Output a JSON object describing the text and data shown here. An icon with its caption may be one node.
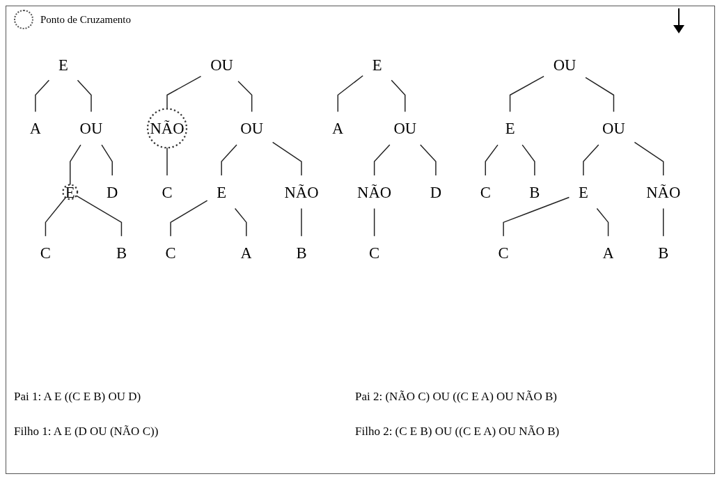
{
  "diagram": {
    "nodes": [
      {
        "text": [
          "E"
        ]
      },
      {
        "text": [
          "A"
        ]
      },
      {
        "text": [
          "OU"
        ]
      },
      {
        "text": [
          "E"
        ]
      },
      {
        "text": [
          "D"
        ]
      },
      {
        "text": [
          "C"
        ]
      },
      {
        "text": [
          "B"
        ]
      },
      {
        "text": [
          "OU"
        ]
      },
      {
        "text": [
          "NÃO"
        ]
      },
      {
        "text": [
          "OU"
        ]
      },
      {
        "text": [
          "C"
        ]
      },
      {
        "text": [
          "E"
        ]
      },
      {
        "text": [
          "NÃO"
        ]
      },
      {
        "text": [
          "C"
        ]
      },
      {
        "text": [
          "A"
        ]
      },
      {
        "text": [
          "B"
        ]
      },
      {
        "text": [
          "E"
        ]
      },
      {
        "text": [
          "A"
        ]
      },
      {
        "text": [
          "OU"
        ]
      },
      {
        "text": [
          "NÃO"
        ]
      },
      {
        "text": [
          "D"
        ]
      },
      {
        "text": [
          "C"
        ]
      },
      {
        "text": [
          "OU"
        ]
      },
      {
        "text": [
          "E"
        ]
      },
      {
        "text": [
          "OU"
        ]
      },
      {
        "text": [
          "C"
        ]
      },
      {
        "text": [
          "B"
        ]
      },
      {
        "text": [
          "E"
        ]
      },
      {
        "text": [
          "NÃO"
        ]
      },
      {
        "text": [
          "C"
        ]
      },
      {
        "text": [
          "A"
        ]
      },
      {
        "text": [
          "B"
        ]
      }
    ],
    "edges": [
      {
        "from": 0,
        "to": 1,
        "arrow": "none"
      },
      {
        "from": 0,
        "to": 2,
        "arrow": "none"
      },
      {
        "from": 2,
        "to": 3,
        "arrow": "none"
      },
      {
        "from": 2,
        "to": 4,
        "arrow": "none"
      },
      {
        "from": 3,
        "to": 5,
        "arrow": "none"
      },
      {
        "from": 3,
        "to": 6,
        "arrow": "none"
      },
      {
        "from": 7,
        "to": 8,
        "arrow": "none"
      },
      {
        "from": 7,
        "to": 9,
        "arrow": "none"
      },
      {
        "from": 8,
        "to": 10,
        "arrow": "none"
      },
      {
        "from": 9,
        "to": 11,
        "arrow": "none"
      },
      {
        "from": 9,
        "to": 12,
        "arrow": "none"
      },
      {
        "from": 11,
        "to": 13,
        "arrow": "none"
      },
      {
        "from": 11,
        "to": 14,
        "arrow": "none"
      },
      {
        "from": 12,
        "to": 15,
        "arrow": "none"
      },
      {
        "from": 16,
        "to": 17,
        "arrow": "none"
      },
      {
        "from": 16,
        "to": 18,
        "arrow": "none"
      },
      {
        "from": 18,
        "to": 19,
        "arrow": "none"
      },
      {
        "from": 18,
        "to": 20,
        "arrow": "none"
      },
      {
        "from": 19,
        "to": 21,
        "arrow": "none"
      },
      {
        "from": 22,
        "to": 23,
        "arrow": "none"
      },
      {
        "from": 22,
        "to": 24,
        "arrow": "none"
      },
      {
        "from": 23,
        "to": 25,
        "arrow": "none"
      },
      {
        "from": 23,
        "to": 26,
        "arrow": "none"
      },
      {
        "from": 24,
        "to": 27,
        "arrow": "none"
      },
      {
        "from": 24,
        "to": 28,
        "arrow": "none"
      },
      {
        "from": 27,
        "to": 29,
        "arrow": "none"
      },
      {
        "from": 27,
        "to": 30,
        "arrow": "none"
      },
      {
        "from": 28,
        "to": 31,
        "arrow": "none"
      }
    ],
    "labels": [
      "Pai 1: A E ((C E B) OU D)",
      "Pai 2: (NÃO C) OU ((C E A) OU NÃO B)",
      "Filho 1: A E (D OU (NÃO C))",
      "Filho 2: (C E B) OU ((C E A) OU NÃO B)"
    ],
    "legend": [
      {
        "text": "Ponto de Cruzamento"
      }
    ]
  }
}
